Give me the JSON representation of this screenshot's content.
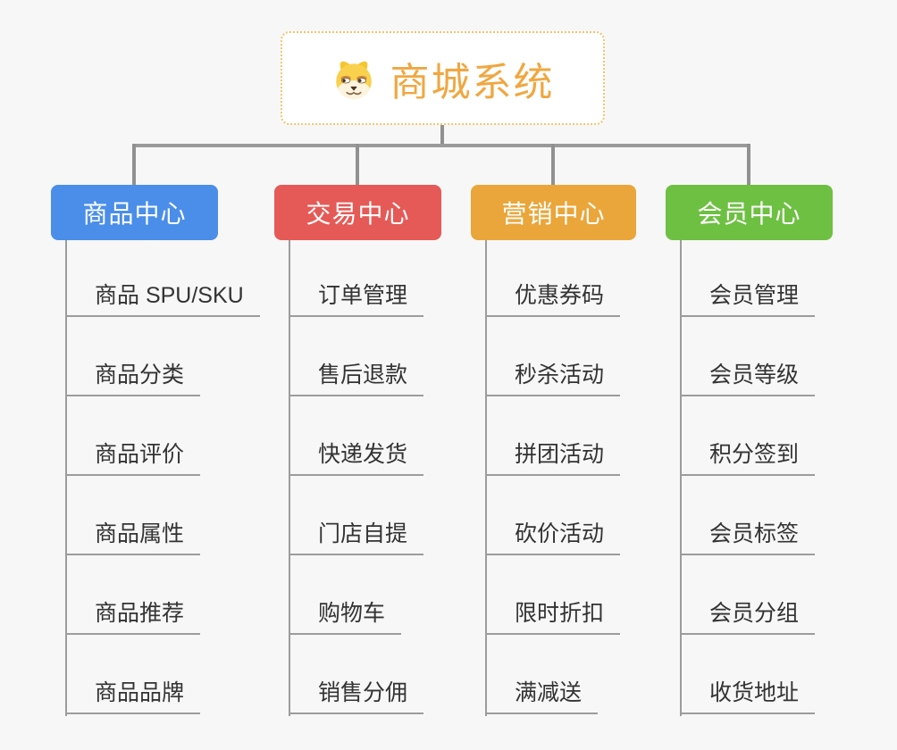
{
  "page": {
    "background_color": "#f7f7f7"
  },
  "root": {
    "title": "商城系统",
    "icon": "dog-face-icon",
    "title_color": "#f0a741",
    "border_color": "#f5c36c"
  },
  "connector": {
    "thick_color": "#919191",
    "thin_color": "#9c9c9c"
  },
  "branches": [
    {
      "label": "商品中心",
      "color": "#4a8ee9",
      "items": [
        "商品 SPU/SKU",
        "商品分类",
        "商品评价",
        "商品属性",
        "商品推荐",
        "商品品牌"
      ]
    },
    {
      "label": "交易中心",
      "color": "#e55a56",
      "items": [
        "订单管理",
        "售后退款",
        "快递发货",
        "门店自提",
        "购物车",
        "销售分佣"
      ]
    },
    {
      "label": "营销中心",
      "color": "#eaa63a",
      "items": [
        "优惠券码",
        "秒杀活动",
        "拼团活动",
        "砍价活动",
        "限时折扣",
        "满减送"
      ]
    },
    {
      "label": "会员中心",
      "color": "#6ec043",
      "items": [
        "会员管理",
        "会员等级",
        "积分签到",
        "会员标签",
        "会员分组",
        "收货地址"
      ]
    }
  ]
}
